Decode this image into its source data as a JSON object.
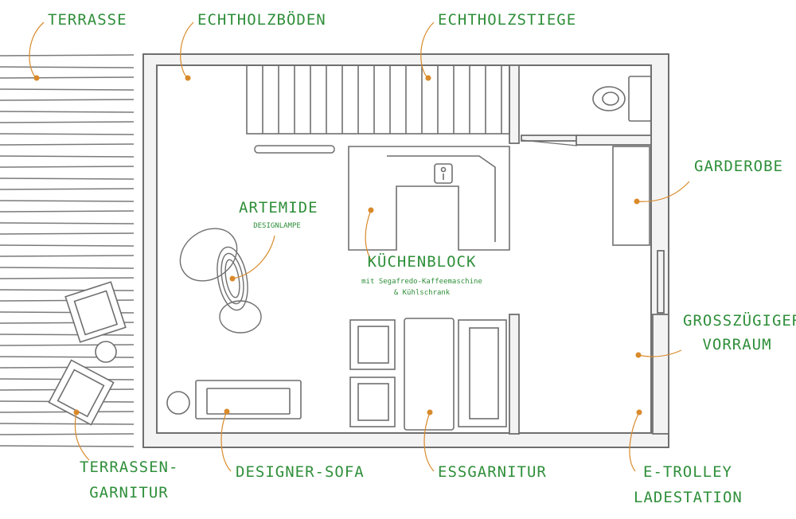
{
  "colors": {
    "label_green": "#2f8f3a",
    "marker_orange": "#d98a2b",
    "wall_gray": "#6f6f6f",
    "wall_fill": "#f3f3f3"
  },
  "labels": {
    "terrasse": "Terrasse",
    "echtholzboeden": "Echtholzböden",
    "echtholzstiege": "Echtholzstiege",
    "garderobe": "Garderobe",
    "artemide": "Artemide",
    "artemide_sub": "Designlampe",
    "kuechenblock": "Küchenblock",
    "kuechenblock_sub1": "mit Segafredo-Kaffeemaschine",
    "kuechenblock_sub2": "& Kühlschrank",
    "vorraum_line1": "Grosszügiger",
    "vorraum_line2": "Vorraum",
    "terrassen_line1": "Terrassen-",
    "terrassen_line2": "Garnitur",
    "designer_sofa": "Designer-Sofa",
    "essgarnitur": "Essgarnitur",
    "etrolley_line1": "E-Trolley",
    "etrolley_line2": "Ladestation"
  }
}
